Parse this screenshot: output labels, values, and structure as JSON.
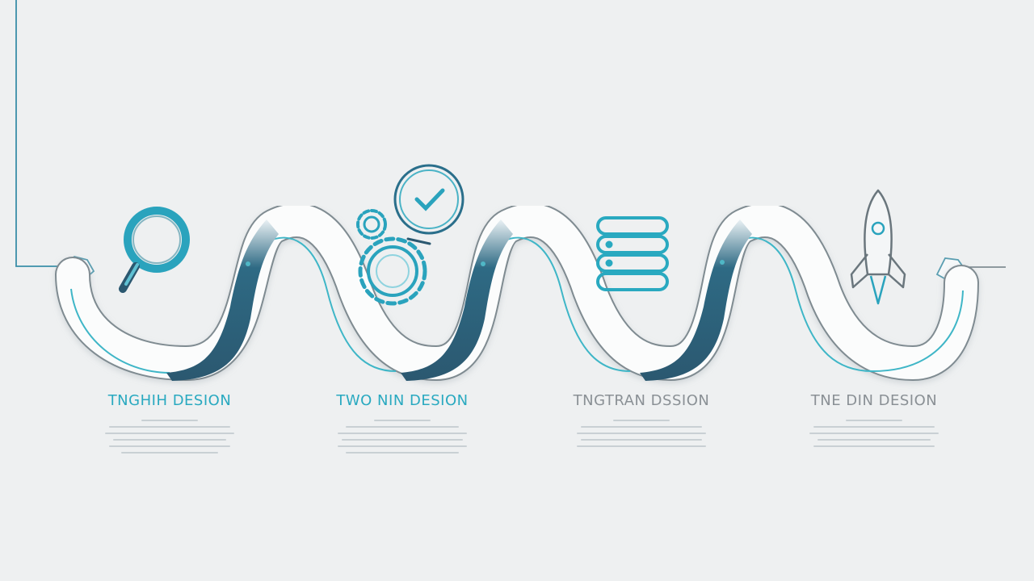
{
  "colors": {
    "background": "#eef0f1",
    "teal": "#29a9c0",
    "navy": "#2b5870",
    "outline": "#8c969c",
    "ribbon": "#fbfcfc",
    "gray_text": "#8a9095"
  },
  "stages": [
    {
      "title": "TNGHIH DESION",
      "icon": "magnifier-icon",
      "title_color": "#29a9c0"
    },
    {
      "title": "TWO NIN DESION",
      "icon": "gears-check-icon",
      "title_color": "#29a9c0"
    },
    {
      "title": "TNGTRAN DSSION",
      "icon": "database-icon",
      "title_color": "#8a9095"
    },
    {
      "title": "TNE DIN DESION",
      "icon": "rocket-icon",
      "title_color": "#8a9095"
    }
  ]
}
